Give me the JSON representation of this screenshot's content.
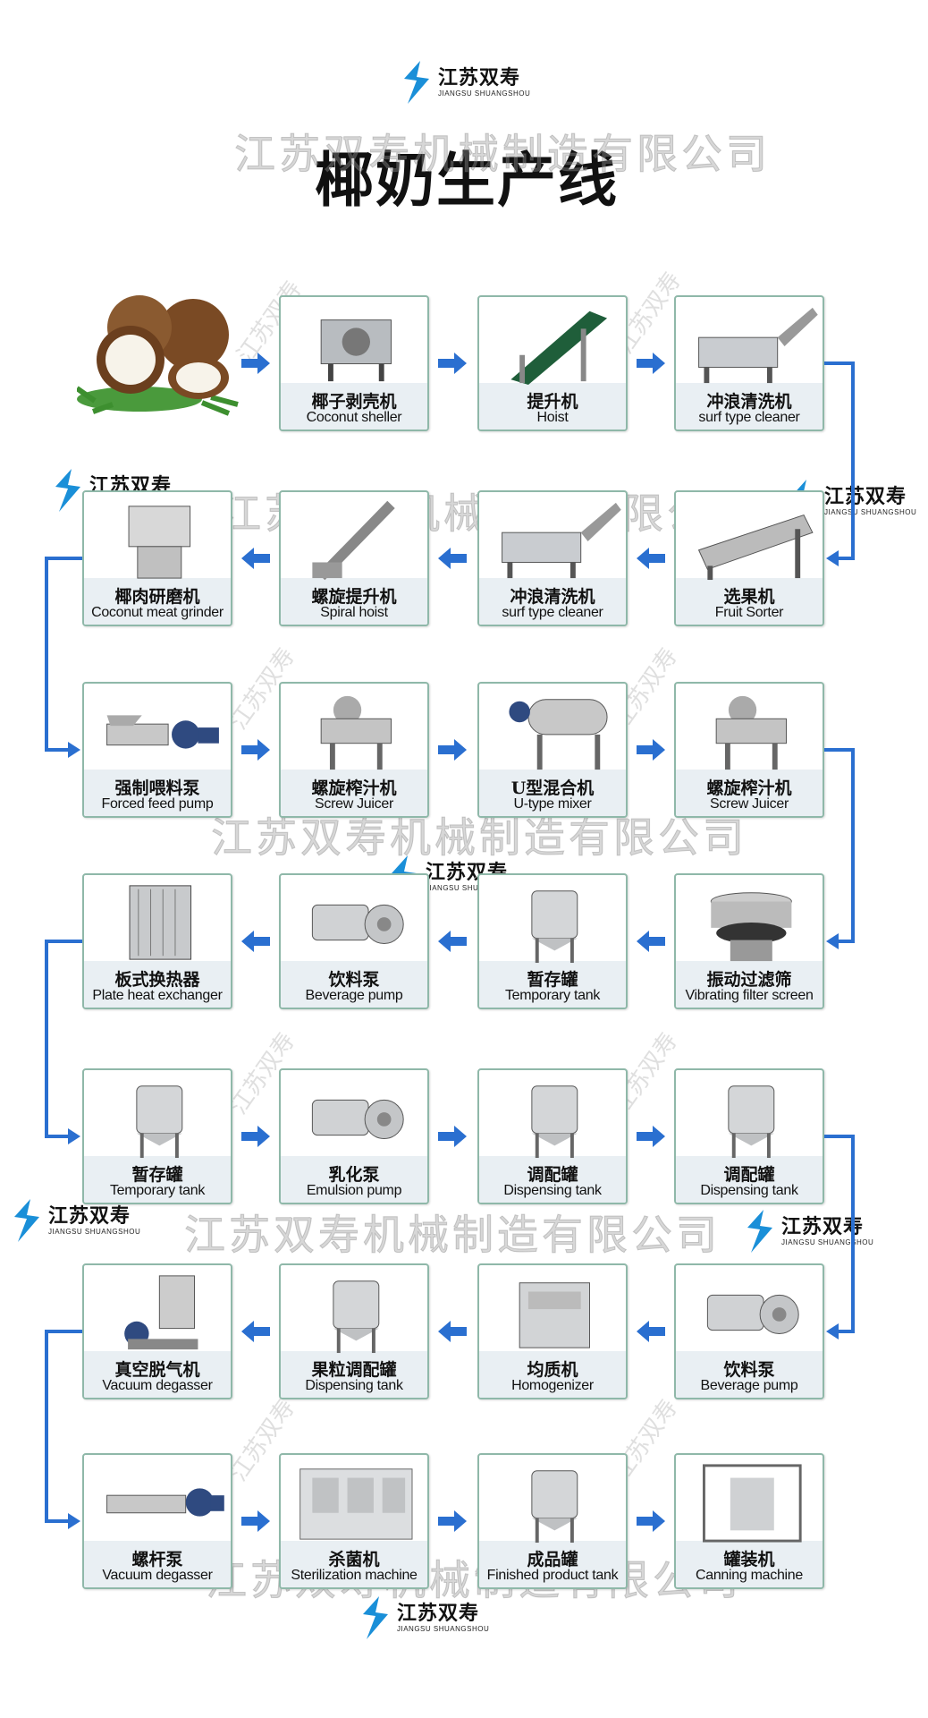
{
  "brand": {
    "cn": "江苏双寿",
    "en": "JIANGSU SHUANGSHOU",
    "color": "#1a8fd8"
  },
  "title": "椰奶生产线",
  "watermark": "江苏双寿机械制造有限公司",
  "watermark_small": "江苏双寿",
  "colors": {
    "arrow": "#2a6fd0",
    "card_border": "#8fb8a9",
    "card_band": "#e9eff3"
  },
  "raw_material": {
    "icon": "coconut-image"
  },
  "steps": [
    {
      "cn": "椰子剥壳机",
      "en": "Coconut sheller",
      "icon": "sheller-machine"
    },
    {
      "cn": "提升机",
      "en": "Hoist",
      "icon": "conveyor-hoist"
    },
    {
      "cn": "冲浪清洗机",
      "en": "surf type cleaner",
      "icon": "washer-machine"
    },
    {
      "cn": "选果机",
      "en": "Fruit Sorter",
      "icon": "sorter-machine"
    },
    {
      "cn": "冲浪清洗机",
      "en": "surf type cleaner",
      "icon": "washer-machine"
    },
    {
      "cn": "螺旋提升机",
      "en": "Spiral hoist",
      "icon": "spiral-hoist"
    },
    {
      "cn": "椰肉研磨机",
      "en": "Coconut meat grinder",
      "icon": "grinder-machine"
    },
    {
      "cn": "强制喂料泵",
      "en": "Forced feed pump",
      "icon": "feed-pump"
    },
    {
      "cn": "螺旋榨汁机",
      "en": "Screw Juicer",
      "icon": "screw-juicer"
    },
    {
      "cn": "U型混合机",
      "en": "U-type mixer",
      "icon": "u-mixer"
    },
    {
      "cn": "螺旋榨汁机",
      "en": "Screw Juicer",
      "icon": "screw-juicer"
    },
    {
      "cn": "振动过滤筛",
      "en": "Vibrating filter screen",
      "icon": "vibrating-screen"
    },
    {
      "cn": "暂存罐",
      "en": "Temporary tank",
      "icon": "tank"
    },
    {
      "cn": "饮料泵",
      "en": "Beverage pump",
      "icon": "pump"
    },
    {
      "cn": "板式换热器",
      "en": "Plate heat exchanger",
      "icon": "plate-exchanger"
    },
    {
      "cn": "暂存罐",
      "en": "Temporary tank",
      "icon": "tank"
    },
    {
      "cn": "乳化泵",
      "en": "Emulsion pump",
      "icon": "pump"
    },
    {
      "cn": "调配罐",
      "en": "Dispensing tank",
      "icon": "tank"
    },
    {
      "cn": "调配罐",
      "en": "Dispensing tank",
      "icon": "tank"
    },
    {
      "cn": "饮料泵",
      "en": "Beverage pump",
      "icon": "pump"
    },
    {
      "cn": "均质机",
      "en": "Homogenizer",
      "icon": "homogenizer"
    },
    {
      "cn": "果粒调配罐",
      "en": "Dispensing tank",
      "icon": "tank"
    },
    {
      "cn": "真空脱气机",
      "en": "Vacuum degasser",
      "icon": "degasser"
    },
    {
      "cn": "螺杆泵",
      "en": "Vacuum degasser",
      "icon": "screw-pump"
    },
    {
      "cn": "杀菌机",
      "en": "Sterilization machine",
      "icon": "sterilizer"
    },
    {
      "cn": "成品罐",
      "en": "Finished product tank",
      "icon": "tank"
    },
    {
      "cn": "罐装机",
      "en": "Canning machine",
      "icon": "canning-machine"
    }
  ]
}
